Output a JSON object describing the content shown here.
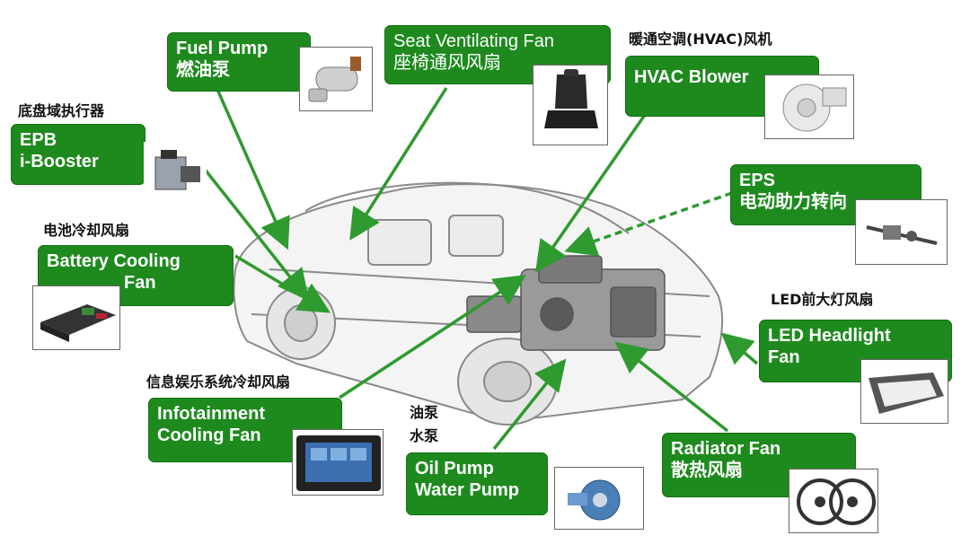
{
  "boxes": {
    "fuel_pump": {
      "l1": "Fuel Pump",
      "l2": "燃油泵"
    },
    "seat_fan": {
      "l1": "Seat Ventilating Fan",
      "l2": "座椅通风风扇"
    },
    "hvac": {
      "l1": "HVAC Blower"
    },
    "epb": {
      "l1": "EPB",
      "l2": "i-Booster"
    },
    "eps": {
      "l1": "EPS",
      "l2": "电动助力转向"
    },
    "battery": {
      "l1": "Battery Cooling",
      "l2": "Fan"
    },
    "led": {
      "l1": "LED Headlight",
      "l2": "Fan"
    },
    "infotainment": {
      "l1": "Infotainment",
      "l2": "Cooling Fan"
    },
    "oil": {
      "l1": "Oil Pump",
      "l2": "Water Pump"
    },
    "radiator": {
      "l1": "Radiator Fan",
      "l2": "散热风扇"
    }
  },
  "captions": {
    "chassis": "底盘域执行器",
    "hvac": "暖通空调(HVAC)风机",
    "battery": "电池冷却风扇",
    "led": "LED前大灯风扇",
    "infotainment": "信息娱乐系统冷却风扇",
    "oil_l1": "油泵",
    "oil_l2": "水泵"
  },
  "colors": {
    "box": "#1e8a1e",
    "arrow": "#2f9a2f",
    "car_line": "#8a8a8a"
  }
}
